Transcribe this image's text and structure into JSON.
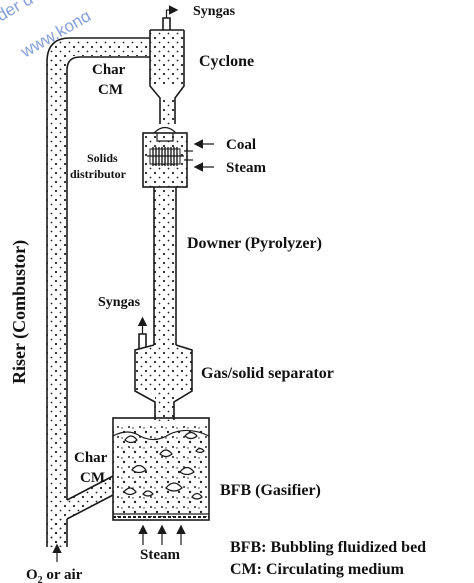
{
  "watermark": {
    "line1": "der ɑ",
    "line2": "www.konɑ"
  },
  "labels": {
    "syngas_top": "Syngas",
    "cyclone": "Cyclone",
    "char_top": "Char",
    "cm_top": "CM",
    "coal": "Coal",
    "steam_right": "Steam",
    "solids_distributor_1": "Solids",
    "solids_distributor_2": "distributor",
    "downer": "Downer (Pyrolyzer)",
    "syngas_mid": "Syngas",
    "riser": "Riser (Combustor)",
    "gas_solid_separator": "Gas/solid separator",
    "char_bottom": "Char",
    "cm_bottom": "CM",
    "bfb": "BFB (Gasifier)",
    "steam_bottom": "Steam",
    "o2_prefix": "O",
    "o2_sub": "2",
    "o2_suffix": " or air",
    "legend_bfb": "BFB:  Bubbling fluidized bed",
    "legend_cm": "CM: Circulating medium"
  },
  "colors": {
    "ink": "#1a1a1a",
    "watermark": "#6f8fd6"
  }
}
